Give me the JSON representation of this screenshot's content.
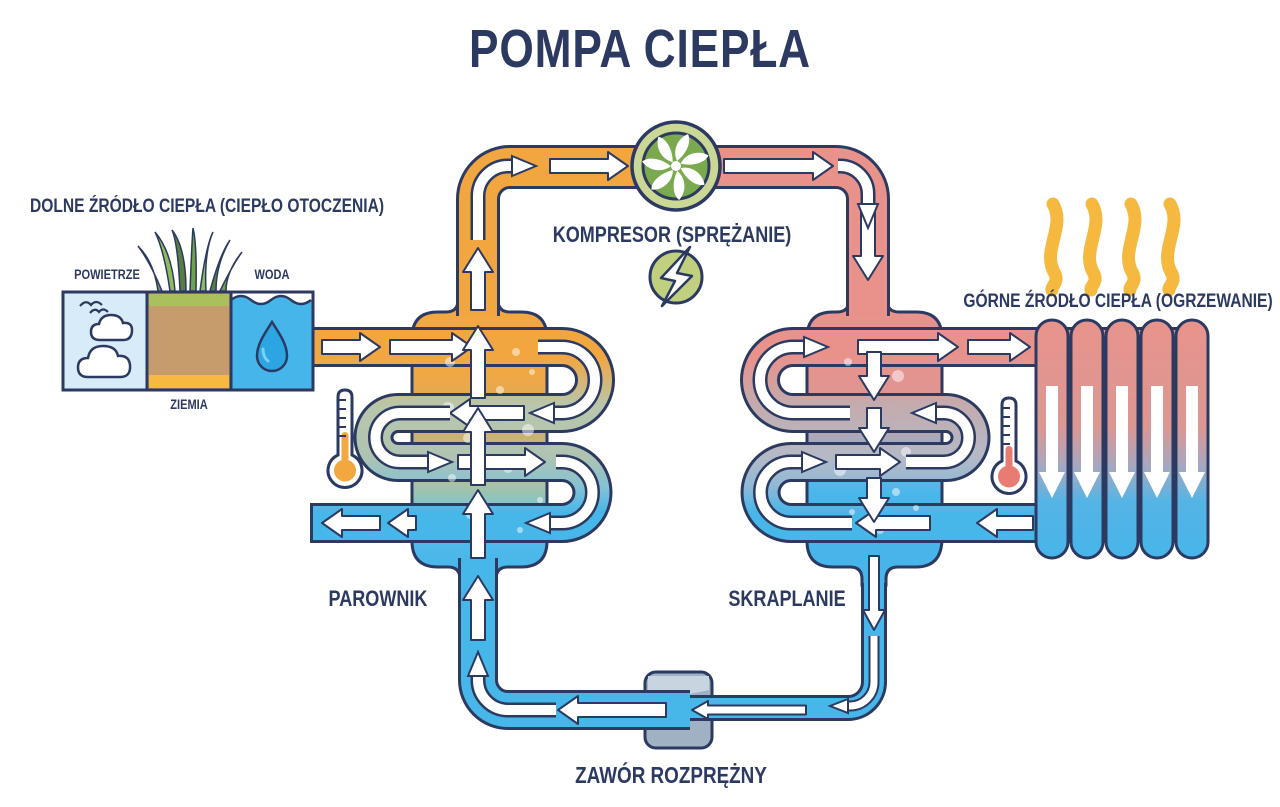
{
  "title": "POMPA CIEPŁA",
  "labels": {
    "lower_source": "DOLNE ŹRÓDŁO CIEPŁA (CIEPŁO OTOCZENIA)",
    "air": "POWIETRZE",
    "water": "WODA",
    "ground": "ZIEMIA",
    "compressor": "KOMPRESOR (SPRĘŻANIE)",
    "evaporator": "PAROWNIK",
    "condenser": "SKRAPLANIE",
    "expansion_valve": "ZAWÓR ROZPRĘŻNY",
    "upper_source": "GÓRNE ŹRÓDŁO CIEPŁA (OGRZEWANIE)"
  },
  "icons": {
    "compressor": "compressor-fan-icon",
    "electricity": "lightning-icon",
    "cold_thermometer": "thermometer-cold-icon",
    "hot_thermometer": "thermometer-hot-icon",
    "clouds": "cloud-icon",
    "birds": "bird-icon",
    "drop": "water-drop-icon",
    "grass": "grass-icon",
    "heat": "heat-waves-icon",
    "radiator": "radiator-icon",
    "valve": "expansion-valve-icon"
  },
  "colors": {
    "navy": "#2c3a62",
    "orange_pipe": "#f2a640",
    "pink_pipe": "#e9928b",
    "blue_pipe": "#47b6e9",
    "sage_pipe": "#b9c6ab",
    "gray_pipe": "#b5b9c6",
    "compressor_ring": "#cbd795",
    "compressor_core": "#7baa4e",
    "lightning_disc": "#c0d07f",
    "valve_gray": "#9fb1c3",
    "air_panel": "#d8ebf8",
    "earth_panel": "#c69c6d",
    "grass_strip": "#a9c05c",
    "sand_strip": "#f7b93f",
    "heat_wave": "#f6b93f",
    "thermo_cold_fill": "#f2a73f",
    "thermo_hot_fill": "#e87b72"
  }
}
